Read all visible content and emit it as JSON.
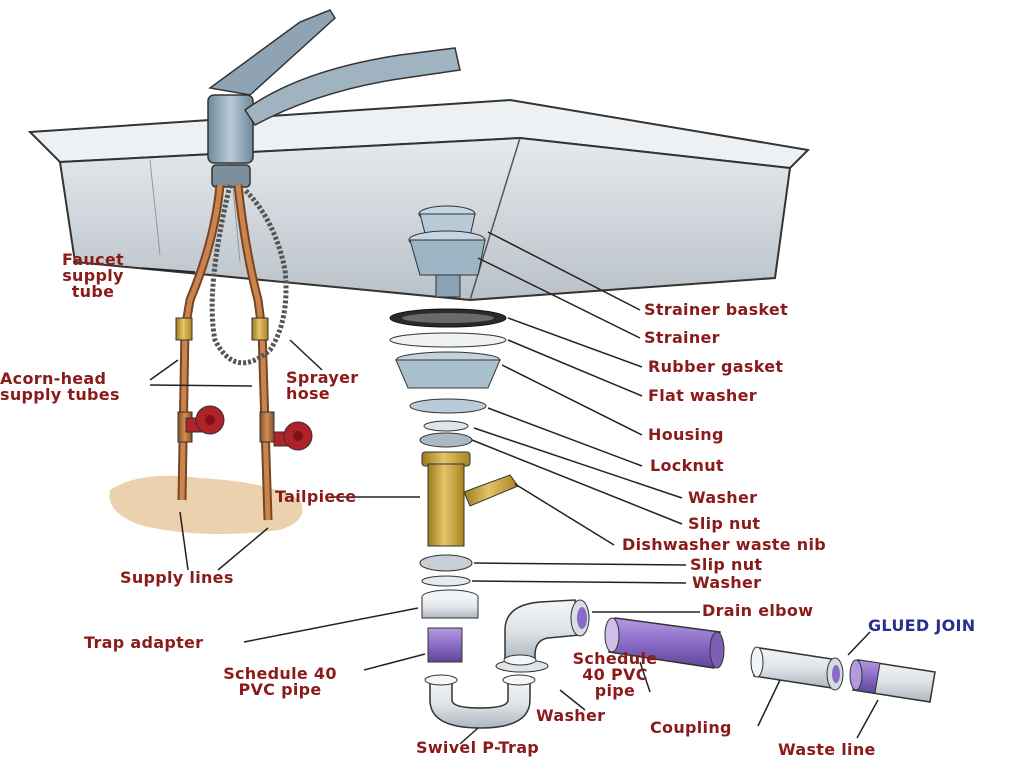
{
  "labels": {
    "faucet_supply_tube": [
      "Faucet",
      "supply",
      "tube"
    ],
    "acorn_head_supply_tubes": [
      "Acorn-head",
      "supply tubes"
    ],
    "sprayer_hose": [
      "Sprayer",
      "hose"
    ],
    "supply_lines": "Supply lines",
    "tailpiece": "Tailpiece",
    "trap_adapter": "Trap adapter",
    "schedule_40_pvc_pipe_left": [
      "Schedule 40",
      "PVC pipe"
    ],
    "swivel_p_trap": "Swivel P-Trap",
    "washer_bottom": "Washer",
    "schedule_40_pvc_pipe_right": [
      "Schedule",
      "40 PVC",
      "pipe"
    ],
    "coupling": "Coupling",
    "waste_line": "Waste line",
    "glued_joint": "GLUED JOIN",
    "drain_elbow": "Drain elbow",
    "strainer_basket": "Strainer basket",
    "strainer": "Strainer",
    "rubber_gasket": "Rubber gasket",
    "flat_washer": "Flat washer",
    "housing": "Housing",
    "locknut": "Locknut",
    "washer_upper": "Washer",
    "slip_nut_upper": "Slip nut",
    "dishwasher_waste_nib": "Dishwasher waste nib",
    "slip_nut_lower": "Slip nut",
    "washer_lower": "Washer"
  },
  "colors": {
    "label_text": "#8b1a1a",
    "glued_joint_text": "#2a2f8f",
    "sink_fill": "#d5dbe0",
    "copper": "#b8703a",
    "brass": "#c9a227",
    "valve_red": "#b0222a",
    "pvc_white": "#e8ecef",
    "pipe_purple": "#8a6bc6"
  }
}
